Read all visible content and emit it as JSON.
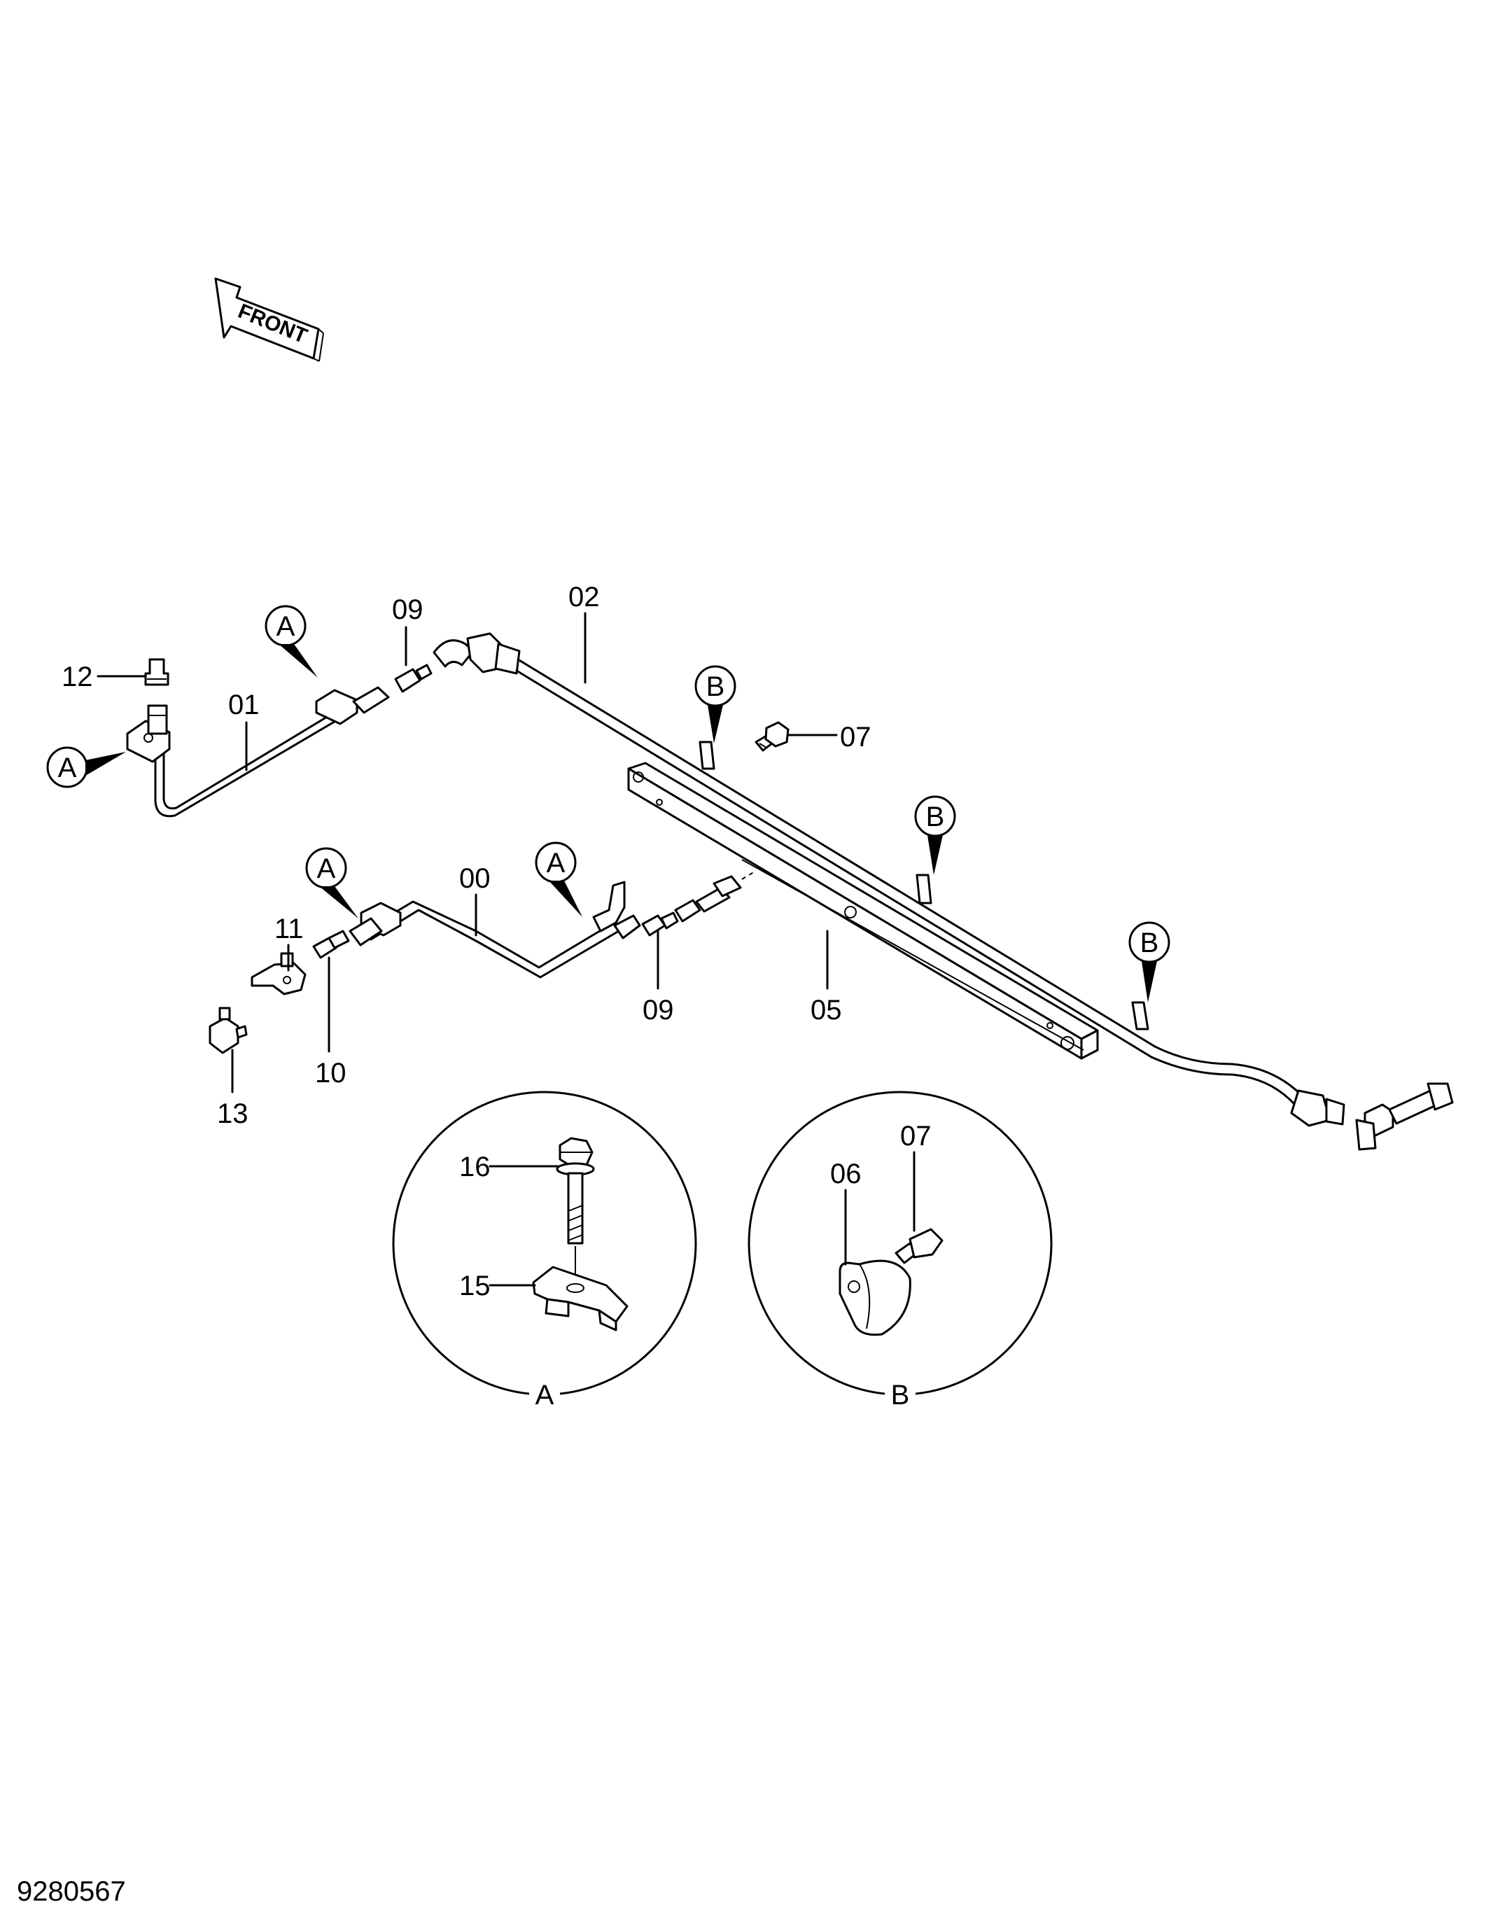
{
  "front_marker": {
    "label": "FRONT"
  },
  "callouts": {
    "c00": "00",
    "c01": "01",
    "c02": "02",
    "c05": "05",
    "c07": "07",
    "c09a": "09",
    "c09b": "09",
    "c10": "10",
    "c11": "11",
    "c12": "12",
    "c13": "13"
  },
  "detail_refs": {
    "a1": "A",
    "a2": "A",
    "a3": "A",
    "a4": "A",
    "b1": "B",
    "b2": "B",
    "b3": "B"
  },
  "detail_a": {
    "caption": "A",
    "c16": "16",
    "c15": "15"
  },
  "detail_b": {
    "caption": "B",
    "c06": "06",
    "c07": "07"
  },
  "document_id": "9280567"
}
